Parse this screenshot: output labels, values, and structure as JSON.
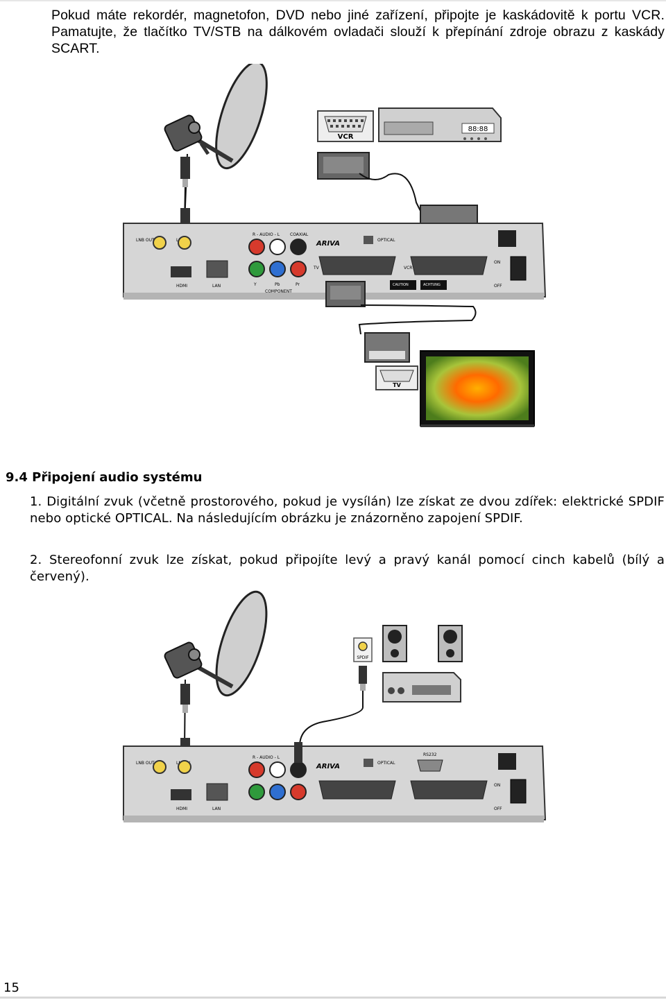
{
  "intro_text": "Pokud máte rekordér, magnetofon, DVD nebo jiné zařízení, připojte je kaskádovitě k portu VCR. Pamatujte, že tlačítko TV/STB na dálkovém ovladači slouží k přepínání zdroje obrazu z kaskády SCART.",
  "section": {
    "heading": "9.4 Připojení audio systému",
    "item1": "1. Digitální zvuk (včetně prostorového, pokud je vysílán) lze získat ze dvou zdířek: elektrické SPDIF nebo optické OPTICAL. Na následujícím obrázku je znázorněno zapojení SPDIF.",
    "item2": "2. Stereofonní zvuk lze získat, pokud připojíte levý a pravý kanál pomocí cinch kabelů (bílý a červený)."
  },
  "figure1_labels": {
    "vcr": "VCR",
    "tv": "TV",
    "vcr_display": "88:88",
    "lnb_out": "LNB OUT",
    "lnb_in": "LNB IN",
    "audio": "R - AUDIO - L",
    "coaxial": "COAXIAL",
    "optical": "OPTICAL",
    "hdmi": "HDMI",
    "lan": "LAN",
    "component": "COMPONENT",
    "y": "Y",
    "pb": "Pb",
    "pr": "Pr",
    "scart_tv": "TV",
    "scart_vcr": "VCR",
    "on": "ON",
    "off": "OFF",
    "caution": "CAUTION",
    "achtung": "ACHTUNG",
    "brand": "ARIVA"
  },
  "figure2_labels": {
    "spdif": "SPDIF",
    "rs232": "RS232"
  },
  "page_number": "15"
}
